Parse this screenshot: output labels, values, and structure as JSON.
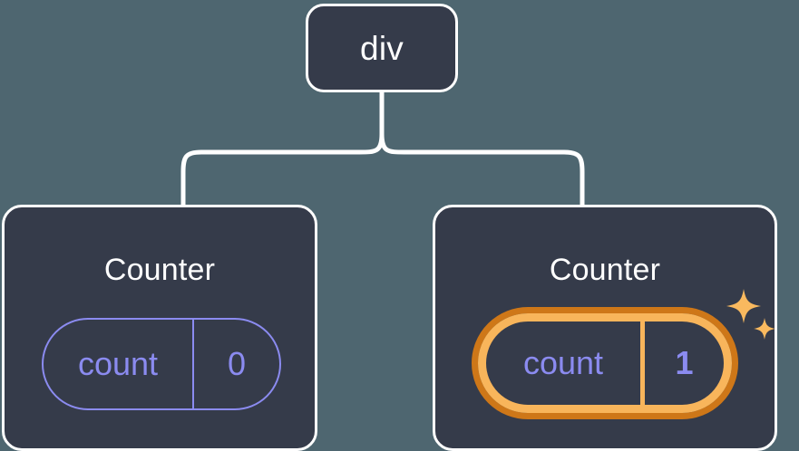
{
  "diagram": {
    "type": "component-tree",
    "background_color": "#4e6670",
    "node_fill_color": "#353b4a",
    "node_border_color": "#ffffff",
    "accent_purple": "#8b8bf0",
    "highlight_outer_color": "#ce7718",
    "highlight_inner_color": "#f8b55b",
    "connector_color": "#ffffff",
    "root": {
      "label": "div"
    },
    "children": [
      {
        "title": "Counter",
        "state": {
          "key": "count",
          "value": "0"
        },
        "highlighted": false,
        "sparkles": 0
      },
      {
        "title": "Counter",
        "state": {
          "key": "count",
          "value": "1"
        },
        "highlighted": true,
        "sparkles": 2
      }
    ]
  }
}
